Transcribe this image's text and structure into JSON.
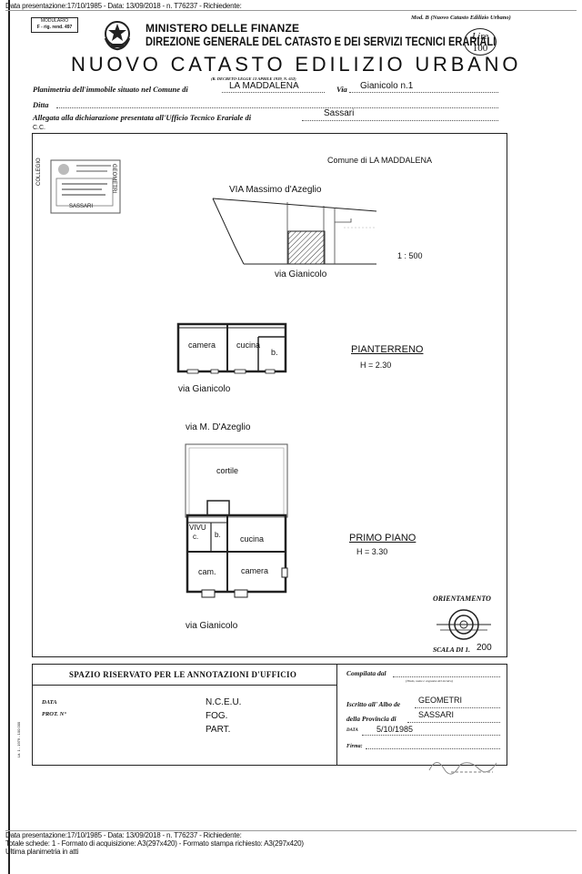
{
  "header_info": {
    "top_line": "Data presentazione:17/10/1985 - Data: 13/09/2018 - n. T76237 - Richiedente:",
    "modulario_label": "MODULARIO",
    "modulario_code": "F - rig. rend. 497",
    "ministry": "MINISTERO DELLE FINANZE",
    "direction": "DIREZIONE GENERALE DEL CATASTO E DEI SERVIZI TECNICI ERARIALI",
    "model_ref": "Mod. B (Nuovo Catasto Edilizio Urbano)",
    "price_label": "Lire",
    "price_value": "100",
    "title": "NUOVO CATASTO EDILIZIO URBANO",
    "decree": "(R. DECRETO-LEGGE 13 APRILE 1939, N. 652)"
  },
  "form": {
    "planimetria_label": "Planimetria dell'immobile situato nel Comune di",
    "comune_value": "LA MADDALENA",
    "via_label": "Via",
    "via_value": "Gianicolo   n.1",
    "ditta_label": "Ditta",
    "allegata_label": "Allegata alla dichiarazione presentata all'Ufficio Tecnico Erariale di",
    "ufficio_value": "Sassari",
    "cc_label": "C.C."
  },
  "plan": {
    "comune": "Comune di LA MADDALENA",
    "street_north": "VIA    Massimo     d'Azeglio",
    "scale_site": "1 : 500",
    "street_south": "via    Gianicolo",
    "ground_floor_rooms": [
      "camera",
      "cucina",
      "b."
    ],
    "ground_floor_title": "PIANTERRENO",
    "ground_floor_height": "H = 2.30",
    "ground_street": "via  Gianicolo",
    "street_azeglio": "via  M.  D'Azeglio",
    "courtyard": "cortile",
    "first_floor_rooms": [
      "VIVU",
      "c.",
      "b.",
      "cucina",
      "cam.",
      "camera"
    ],
    "first_floor_title": "PRIMO PIANO",
    "first_floor_height": "H = 3.30",
    "first_street": "via    Gianicolo",
    "orientation": "ORIENTAMENTO",
    "scale_label": "SCALA DI 1.",
    "scale_value": "200",
    "stamp_lines": [
      "COLLEGIO",
      "GEOMETRI",
      "SASSARI"
    ]
  },
  "office": {
    "heading": "SPAZIO RISERVATO PER LE ANNOTAZIONI D'UFFICIO",
    "data_label": "DATA",
    "prot_label": "PROT. N°",
    "nceu": "N.C.E.U.",
    "fog": "FOG.",
    "part": "PART.",
    "side_print": "Lit. 1 - 1979 - 100.000"
  },
  "compilata": {
    "label": "Compilata dal",
    "note": "(Titolo, nome e cognome del tecnico)",
    "iscritto_label": "Iscritto all' Albo de",
    "iscritto_value": "GEOMETRI",
    "provincia_label": "della Provincia di",
    "provincia_value": "SASSARI",
    "data_label": "DATA",
    "data_value": "5/10/1985",
    "firma_label": "Firma:"
  },
  "footer": {
    "line1": "Data presentazione:17/10/1985 - Data: 13/09/2018 - n. T76237 - Richiedente:",
    "line2": "Totale schede: 1 - Formato di acquisizione: A3(297x420) - Formato stampa richiesto: A3(297x420)",
    "line3": "Ultima planimetria in atti"
  }
}
